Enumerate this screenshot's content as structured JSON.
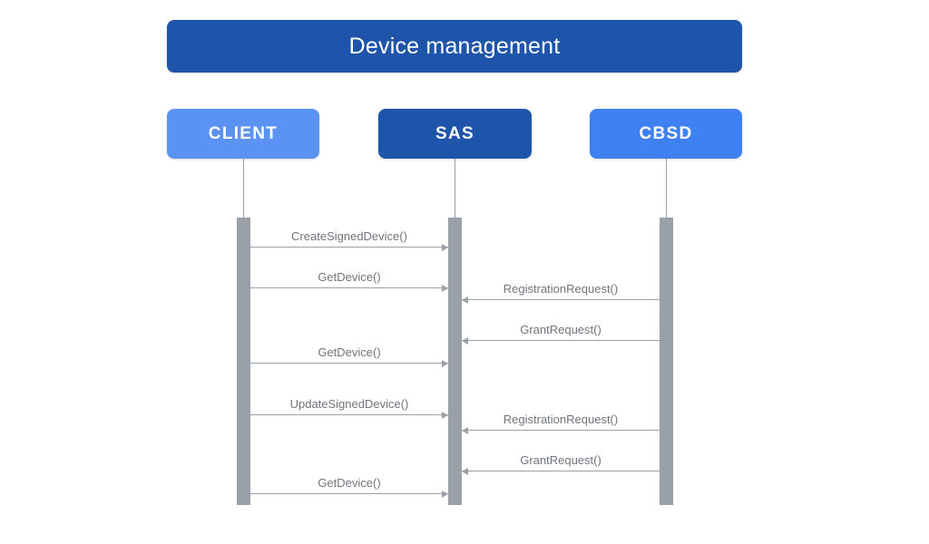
{
  "diagram": {
    "type": "sequence-diagram",
    "title": "Device management",
    "title_color": "#1e55aa",
    "background": "#ffffff",
    "lifeline_color": "#9aa0a8",
    "activation_color": "#9aa0a8",
    "message_text_color": "#6f757d",
    "actors": [
      {
        "id": "client",
        "label": "CLIENT",
        "color": "#5b93f5"
      },
      {
        "id": "sas",
        "label": "SAS",
        "color": "#1e55aa"
      },
      {
        "id": "cbsd",
        "label": "CBSD",
        "color": "#3f80f3"
      }
    ],
    "messages": [
      {
        "seq": 1,
        "label": "CreateSignedDevice()",
        "from": "client",
        "to": "sas",
        "direction": "right"
      },
      {
        "seq": 2,
        "label": "GetDevice()",
        "from": "client",
        "to": "sas",
        "direction": "right"
      },
      {
        "seq": 3,
        "label": "RegistrationRequest()",
        "from": "cbsd",
        "to": "sas",
        "direction": "left"
      },
      {
        "seq": 4,
        "label": "GrantRequest()",
        "from": "cbsd",
        "to": "sas",
        "direction": "left"
      },
      {
        "seq": 5,
        "label": "GetDevice()",
        "from": "client",
        "to": "sas",
        "direction": "right"
      },
      {
        "seq": 6,
        "label": "UpdateSignedDevice()",
        "from": "client",
        "to": "sas",
        "direction": "right"
      },
      {
        "seq": 7,
        "label": "RegistrationRequest()",
        "from": "cbsd",
        "to": "sas",
        "direction": "left"
      },
      {
        "seq": 8,
        "label": "GrantRequest()",
        "from": "cbsd",
        "to": "sas",
        "direction": "left"
      },
      {
        "seq": 9,
        "label": "GetDevice()",
        "from": "client",
        "to": "sas",
        "direction": "right"
      }
    ]
  }
}
